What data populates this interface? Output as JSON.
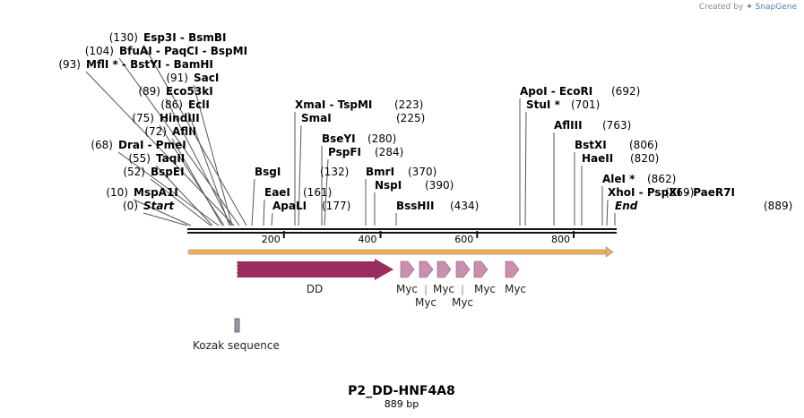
{
  "credit": {
    "prefix": "Created by",
    "brand": "SnapGene"
  },
  "title": "P2_DD-HNF4A8",
  "subtitle": "889 bp",
  "sequence": {
    "length": 889,
    "ticks": [
      200,
      400,
      600,
      800
    ]
  },
  "sites": [
    {
      "pos_text": "(130)",
      "name": "Esp3I  -  BsmBI",
      "star": false,
      "italic": false
    },
    {
      "pos_text": "(104)",
      "name": "BfuAI  -  PaqCI  -  BspMI",
      "star": false,
      "italic": false
    },
    {
      "pos_text": "(93)",
      "name": "MflI * - BstYI  -  BamHI",
      "star": false,
      "italic": false
    },
    {
      "pos_text": "(91)",
      "name": "SacI",
      "star": false,
      "italic": false
    },
    {
      "pos_text": "(89)",
      "name": "Eco53kI",
      "star": false,
      "italic": false
    },
    {
      "pos_text": "(86)",
      "name": "EclI",
      "star": false,
      "italic": false
    },
    {
      "pos_text": "(75)",
      "name": "HindIII",
      "star": false,
      "italic": false
    },
    {
      "pos_text": "(72)",
      "name": "AflII",
      "star": false,
      "italic": false
    },
    {
      "pos_text": "(68)",
      "name": "DraI  -  PmeI",
      "star": false,
      "italic": false
    },
    {
      "pos_text": "(55)",
      "name": "TaqII",
      "star": false,
      "italic": false
    },
    {
      "pos_text": "(52)",
      "name": "BspEI",
      "star": false,
      "italic": false
    },
    {
      "pos_text": "(10)",
      "name": "MspA1I",
      "star": false,
      "italic": false
    },
    {
      "pos_text": "(0)",
      "name": "Start",
      "star": false,
      "italic": true
    },
    {
      "pos_text": "(132)",
      "name": "BsgI",
      "star": false,
      "italic": false,
      "pos_after": true
    },
    {
      "pos_text": "(161)",
      "name": "EaeI",
      "star": false,
      "italic": false,
      "pos_after": true
    },
    {
      "pos_text": "(177)",
      "name": "ApaLI",
      "star": false,
      "italic": false,
      "pos_after": true
    },
    {
      "pos_text": "(223)",
      "name": "XmaI  -  TspMI",
      "star": false,
      "italic": false,
      "pos_after": true
    },
    {
      "pos_text": "(225)",
      "name": "SmaI",
      "star": false,
      "italic": false,
      "pos_after": true
    },
    {
      "pos_text": "(280)",
      "name": "BseYI",
      "star": false,
      "italic": false,
      "pos_after": true
    },
    {
      "pos_text": "(284)",
      "name": "PspFI",
      "star": false,
      "italic": false,
      "pos_after": true
    },
    {
      "pos_text": "(370)",
      "name": "BmrI",
      "star": false,
      "italic": false,
      "pos_after": true
    },
    {
      "pos_text": "(390)",
      "name": "NspI",
      "star": false,
      "italic": false,
      "pos_after": true
    },
    {
      "pos_text": "(434)",
      "name": "BssHII",
      "star": false,
      "italic": false,
      "pos_after": true
    },
    {
      "pos_text": "(692)",
      "name": "ApoI  -  EcoRI",
      "star": false,
      "italic": false,
      "pos_after": true
    },
    {
      "pos_text": "(701)",
      "name": "StuI *",
      "star": false,
      "italic": false,
      "pos_after": true
    },
    {
      "pos_text": "(763)",
      "name": "AflIII",
      "star": false,
      "italic": false,
      "pos_after": true
    },
    {
      "pos_text": "(806)",
      "name": "BstXI",
      "star": false,
      "italic": false,
      "pos_after": true
    },
    {
      "pos_text": "(820)",
      "name": "HaeII",
      "star": false,
      "italic": false,
      "pos_after": true
    },
    {
      "pos_text": "(862)",
      "name": "AleI *",
      "star": false,
      "italic": false,
      "pos_after": true
    },
    {
      "pos_text": "(869)",
      "name": "XhoI  -  PspXI  -  PaeR7I",
      "star": false,
      "italic": false,
      "pos_after": true
    },
    {
      "pos_text": "(889)",
      "name": "End",
      "star": false,
      "italic": true,
      "pos_after": true
    }
  ],
  "features": {
    "dd": {
      "label": "DD",
      "color": "#9b2c5e"
    },
    "myc": {
      "label": "Myc",
      "color": "#c98fae",
      "count": 6
    },
    "kozak": {
      "label": "Kozak sequence",
      "color": "#9a9aa6"
    },
    "orf_color": "#f2b04a"
  }
}
